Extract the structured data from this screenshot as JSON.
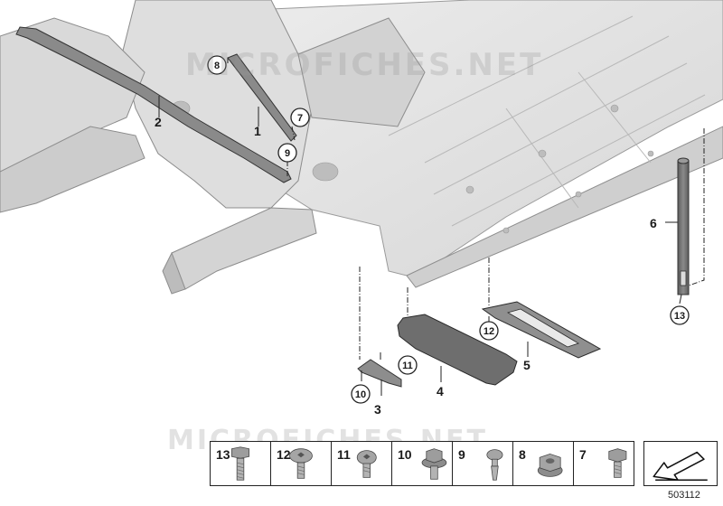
{
  "watermark": {
    "text": "MICROFICHES.NET"
  },
  "drawing_id": "503112",
  "callouts": [
    "1",
    "2",
    "3",
    "4",
    "5",
    "6"
  ],
  "circled": [
    "7",
    "8",
    "9",
    "10",
    "11",
    "12",
    "13"
  ],
  "legend": [
    {
      "label": "13",
      "icon": "hex-bolt-long-icon"
    },
    {
      "label": "12",
      "icon": "torx-bolt-round-head-icon"
    },
    {
      "label": "11",
      "icon": "torx-bolt-washer-icon"
    },
    {
      "label": "10",
      "icon": "hex-flange-screw-icon"
    },
    {
      "label": "9",
      "icon": "self-tapping-screw-icon"
    },
    {
      "label": "8",
      "icon": "flange-nut-icon"
    },
    {
      "label": "7",
      "icon": "hex-bolt-short-icon"
    },
    {
      "label": "",
      "icon": "arrow-direction-icon"
    }
  ],
  "colors": {
    "body": "#e4e4e4",
    "body_edge": "#9a9a9a",
    "part": "#6f6f6f",
    "line": "#222222"
  }
}
